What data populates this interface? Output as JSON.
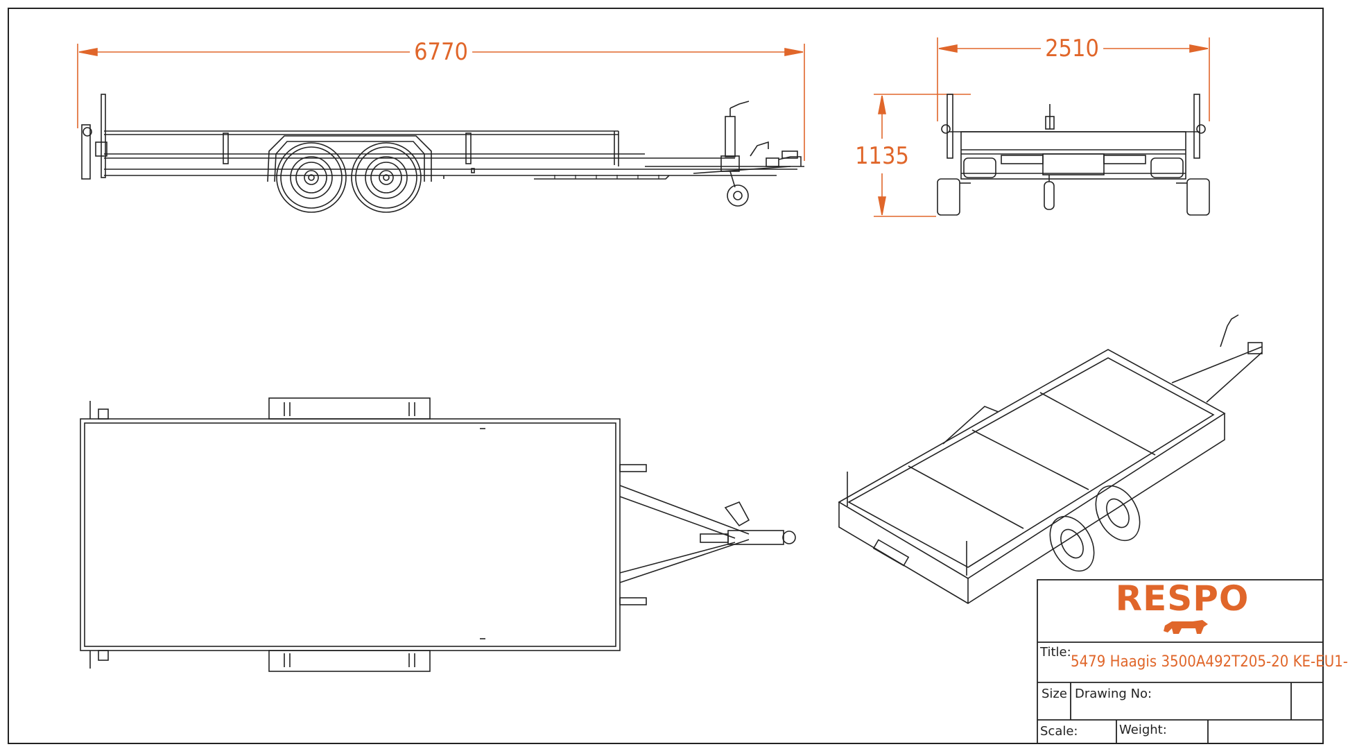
{
  "dimensions": {
    "overall_length": "6770",
    "overall_width": "2510",
    "overall_height": "1135"
  },
  "title_block": {
    "brand": "RESPO",
    "title_label": "Title:",
    "title_value": "5479 Haagis 3500A492T205-20 KE-EU1-",
    "size_label": "Size",
    "drawing_no_label": "Drawing No:",
    "scale_label": "Scale:",
    "weight_label": "Weight:"
  },
  "colors": {
    "accent": "#e0662a",
    "line": "#222222"
  }
}
